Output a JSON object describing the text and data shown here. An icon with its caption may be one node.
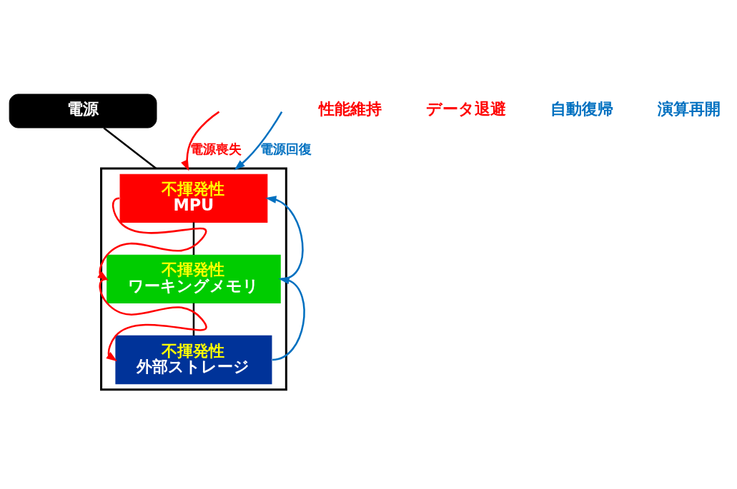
{
  "diagram": {
    "nodes": [
      {
        "text": [],
        "shape": "box"
      },
      {
        "text": [
          "不揮発性",
          "MPU"
        ],
        "in": 0
      },
      {
        "text": [
          "不揮発性",
          "ワーキングメモリ"
        ],
        "in": 0
      },
      {
        "text": [
          "不揮発性",
          "外部ストレージ"
        ],
        "in": 0
      },
      {
        "text": [
          "電源"
        ]
      }
    ],
    "edges": [
      {
        "from": 1,
        "to": 2,
        "arrow": "none"
      },
      {
        "from": 2,
        "to": 3,
        "arrow": "none"
      },
      {
        "from": 1,
        "to": 2,
        "arrow": "to",
        "color": "#ff0000"
      },
      {
        "from": 2,
        "to": 3,
        "arrow": "to",
        "color": "#ff0000"
      },
      {
        "from": 3,
        "to": 2,
        "arrow": "to",
        "color": "#0070c0"
      },
      {
        "from": 2,
        "to": 1,
        "arrow": "to",
        "color": "#0070c0"
      },
      {
        "from": 4,
        "to": 0,
        "arrow": "none"
      },
      {
        "from": null,
        "to": 0,
        "arrow": "to",
        "label": "電源喪失",
        "color": "#ff0000"
      },
      {
        "from": null,
        "to": 0,
        "arrow": "to",
        "label": "電源回復",
        "color": "#0070c0"
      }
    ],
    "labels": [
      "性能維持",
      "データ退避",
      "自動復帰",
      "演算再開"
    ]
  }
}
